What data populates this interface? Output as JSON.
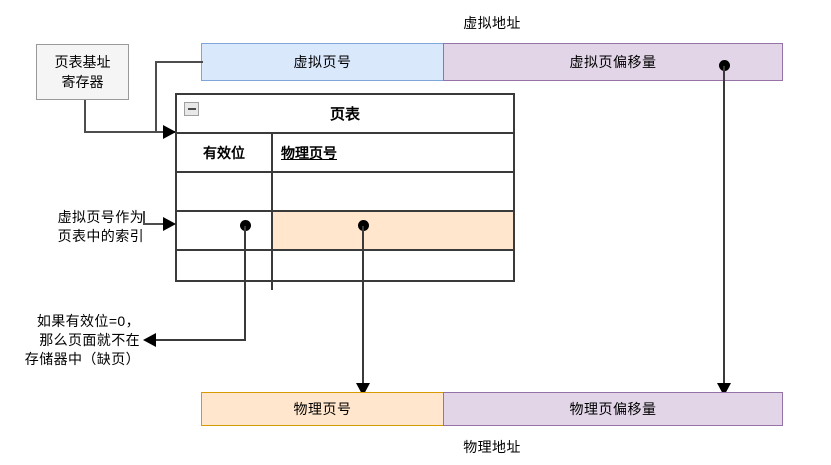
{
  "diagram": {
    "title_virtual": "虚拟地址",
    "title_physical": "物理地址",
    "virtual_address": {
      "page_number_label": "虚拟页号",
      "page_offset_label": "虚拟页偏移量"
    },
    "physical_address": {
      "page_number_label": "物理页号",
      "page_offset_label": "物理页偏移量"
    },
    "register_box": {
      "label": "页表基址\n寄存器"
    },
    "page_table": {
      "title": "页表",
      "collapse_icon": "minus-icon",
      "columns": [
        "有效位",
        "物理页号"
      ],
      "rows": [
        {
          "valid": "",
          "ppn": "",
          "highlighted": false
        },
        {
          "valid": "",
          "ppn": "",
          "highlighted": true
        },
        {
          "valid": "",
          "ppn": "",
          "highlighted": false
        }
      ]
    },
    "annotations": {
      "index_note": "虚拟页号作为\n页表中的索引",
      "fault_note": "如果有效位=0，\n 那么页面就不在\n存储器中（缺页）"
    },
    "colors": {
      "virtual_page_number_fill": "#dae8fc",
      "virtual_page_number_stroke": "#7ea6d9",
      "page_offset_fill": "#e1d5e7",
      "page_offset_stroke": "#9673a6",
      "physical_page_number_fill": "#ffe6cc",
      "physical_page_number_stroke": "#d79b00",
      "register_fill": "#f5f5f5",
      "register_stroke": "#999999",
      "table_stroke": "#3a3a3a",
      "connector": "#3a3a3a"
    }
  }
}
